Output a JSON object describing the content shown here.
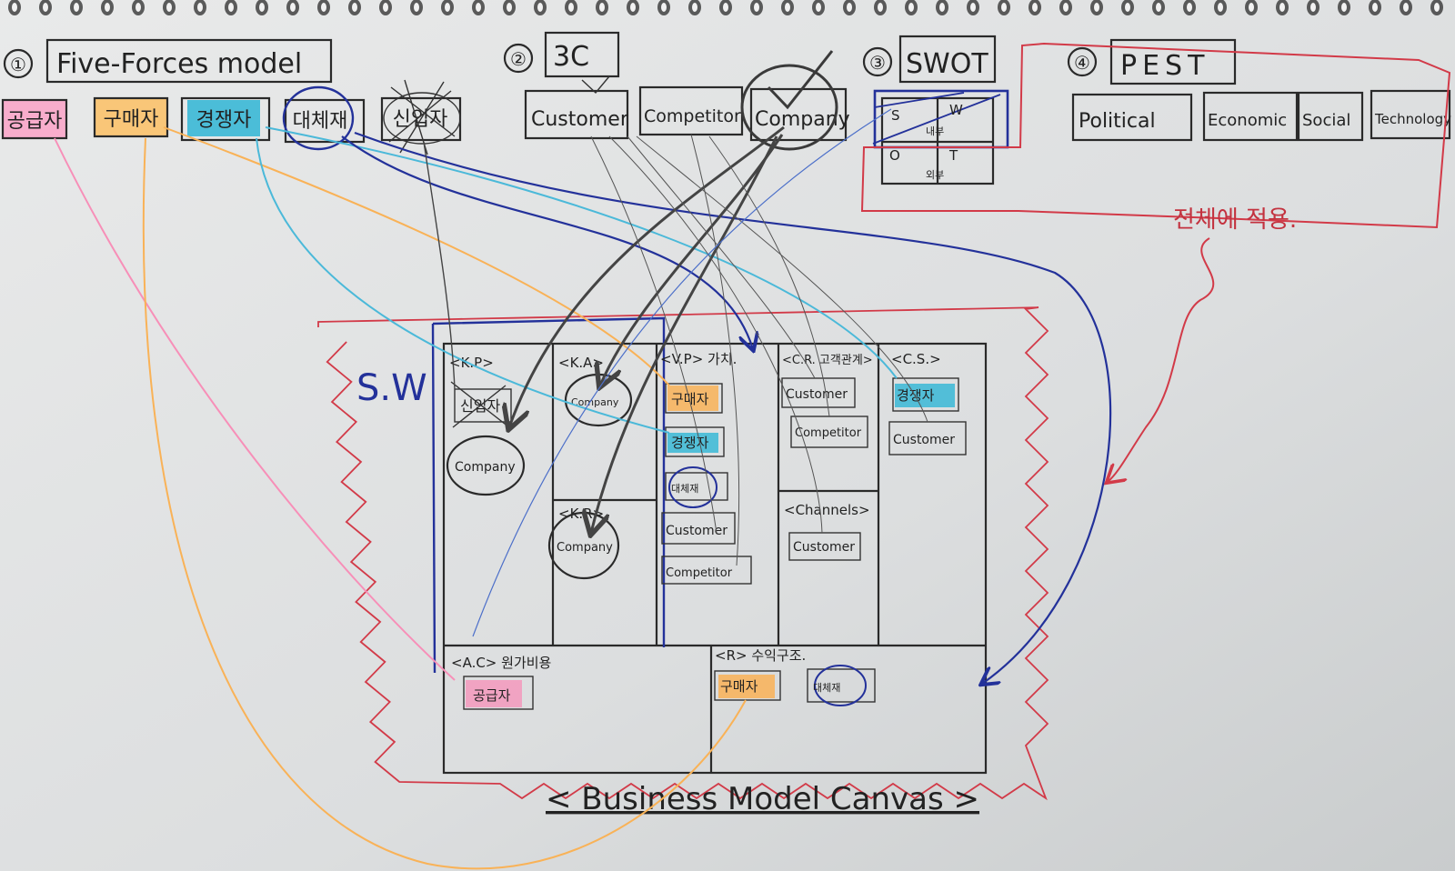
{
  "sections": [
    {
      "number": "①",
      "title": "Five-Forces model"
    },
    {
      "number": "②",
      "title": "3C"
    },
    {
      "number": "③",
      "title": "SWOT"
    },
    {
      "number": "④",
      "title": "PEST"
    }
  ],
  "five_forces": {
    "items": [
      {
        "label": "공급자",
        "highlight": "#f9a6c9"
      },
      {
        "label": "구매자",
        "highlight": "#fbc26b"
      },
      {
        "label": "경쟁자",
        "highlight": "#3ab8d6"
      },
      {
        "label": "대체재",
        "highlight": ""
      },
      {
        "label": "신입자",
        "highlight": ""
      }
    ]
  },
  "three_c": {
    "items": [
      "Customer",
      "Competitor",
      "Company"
    ]
  },
  "swot": {
    "cells": [
      "S",
      "W",
      "O",
      "T"
    ],
    "notes": [
      "내부",
      "외부"
    ]
  },
  "pest": {
    "items": [
      "Political",
      "Economic",
      "Social",
      "Technology"
    ]
  },
  "pest_note": "전체에 적용.",
  "sw_label": "S.W",
  "canvas": {
    "title": "< Business Model Canvas >",
    "kp": {
      "header": "<K.P>",
      "items": [
        "신입자",
        "Company"
      ]
    },
    "ka": {
      "header": "<K.A>",
      "items": [
        "Company"
      ]
    },
    "kr": {
      "header": "<K.R>",
      "items": [
        "Company"
      ]
    },
    "vp": {
      "header": "<V.P> 가치.",
      "items": [
        "구매자",
        "경쟁자",
        "대체재",
        "Customer",
        "Competitor"
      ]
    },
    "cr": {
      "header": "<C.R. 고객관계>",
      "items": [
        "Customer",
        "Competitor"
      ]
    },
    "ch": {
      "header": "<Channels>",
      "items": [
        "Customer"
      ]
    },
    "cs": {
      "header": "<C.S.>",
      "items": [
        "경쟁자",
        "Customer"
      ]
    },
    "cost": {
      "header": "<A.C> 원가비용",
      "items": [
        "공급자"
      ]
    },
    "rev": {
      "header": "<R> 수익구조.",
      "items": [
        "구매자",
        "대체재"
      ]
    }
  },
  "colors": {
    "pink": "#f78fb8",
    "orange": "#f9b257",
    "cyan": "#4bb9d9",
    "navy": "#23319a",
    "red": "#d23a48",
    "pencil": "#444444"
  }
}
